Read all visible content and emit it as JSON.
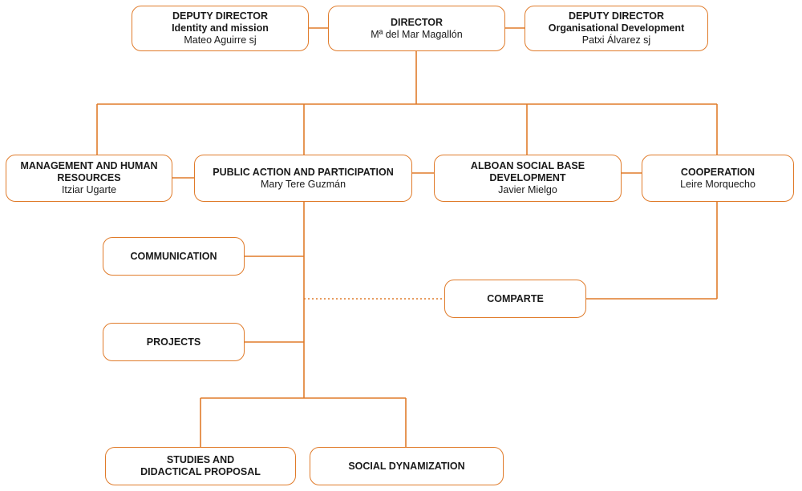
{
  "colors": {
    "line": "#e07b2a",
    "text": "#1a1a1a"
  },
  "top": {
    "deputy_identity": {
      "title": "DEPUTY DIRECTOR",
      "subtitle": "Identity and mission",
      "person": "Mateo Aguirre sj"
    },
    "director": {
      "title": "DIRECTOR",
      "person": "Mª del Mar Magallón"
    },
    "deputy_org": {
      "title": "DEPUTY DIRECTOR",
      "subtitle": "Organisational Development",
      "person": "Patxi Álvarez sj"
    }
  },
  "departments": {
    "management": {
      "title_line1": "MANAGEMENT AND HUMAN",
      "title_line2": "RESOURCES",
      "person": "Itziar Ugarte"
    },
    "public_action": {
      "title": "PUBLIC ACTION AND PARTICIPATION",
      "person": "Mary Tere Guzmán"
    },
    "alboan": {
      "title_line1": "ALBOAN SOCIAL BASE",
      "title_line2": "DEVELOPMENT",
      "person": "Javier Mielgo"
    },
    "cooperation": {
      "title": "COOPERATION",
      "person": "Leire Morquecho"
    }
  },
  "units": {
    "communication": "COMMUNICATION",
    "comparte": "COMPARTE",
    "projects": "PROJECTS",
    "studies_line1": "STUDIES AND",
    "studies_line2": "DIDACTICAL PROPOSAL",
    "social": "SOCIAL DYNAMIZATION"
  }
}
